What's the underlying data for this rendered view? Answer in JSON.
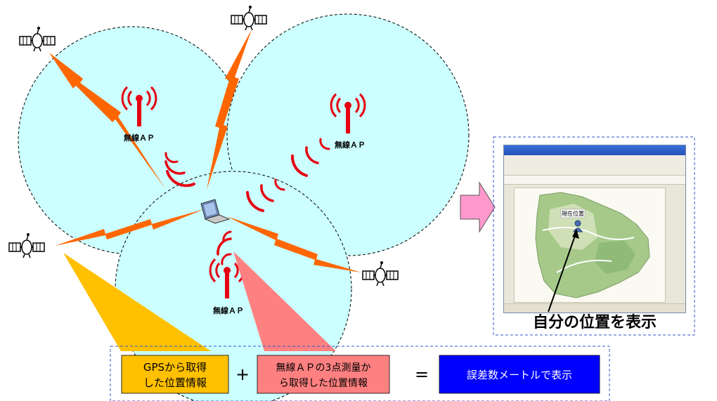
{
  "labels": {
    "ap_top_left": "無線ＡＰ",
    "ap_top_right": "無線ＡＰ",
    "ap_bottom": "無線ＡＰ",
    "display_caption": "自分の位置を表示",
    "map_place": "現在位置"
  },
  "formula": {
    "gps_line1": "GPSから取得",
    "gps_line2": "した位置情報",
    "plus": "+",
    "ap_line1": "無線ＡＰの3点測量か",
    "ap_line2": "ら取得した位置情報",
    "equals": "=",
    "result": "誤差数メートルで表示"
  },
  "colors": {
    "cell_fill": "#ccffff",
    "signal": "#ff6600",
    "ap_red": "#e60012",
    "gps_box": "#ffc000",
    "ap_box": "#ff8080",
    "result_box": "#0000ff",
    "arrow_fill": "#ff99cc",
    "dashed_border": "#3355cc"
  }
}
